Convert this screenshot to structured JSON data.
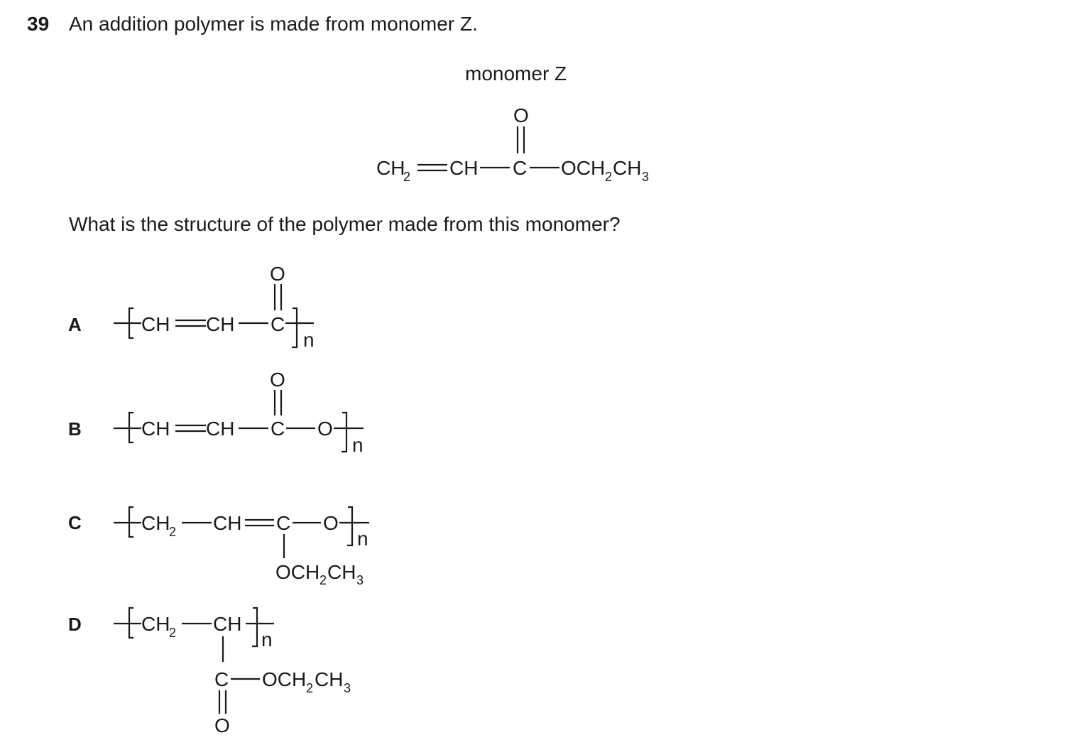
{
  "question": {
    "number": "39",
    "text": "An addition polymer is made from monomer Z.",
    "prompt": "What is the structure of the polymer made from this monomer?"
  },
  "monomer": {
    "label": "monomer Z",
    "oxygen": "O",
    "ch2": "CH",
    "ch2_sub": "2",
    "ch": "CH",
    "carbon": "C",
    "ester": "OCH",
    "ester_sub1": "2",
    "ester_ch3": "CH",
    "ester_sub2": "3"
  },
  "options": [
    {
      "letter": "A",
      "g1": "CH",
      "g2": "CH",
      "g3": "C",
      "o": "O",
      "n": "n"
    },
    {
      "letter": "B",
      "g1": "CH",
      "g2": "CH",
      "g3": "C",
      "g4": "O",
      "o": "O",
      "n": "n"
    },
    {
      "letter": "C",
      "g1": "CH",
      "g1_sub": "2",
      "g2": "CH",
      "g3": "C",
      "g4": "O",
      "n": "n",
      "side": "OCH",
      "side_sub1": "2",
      "side_ch3": "CH",
      "side_sub2": "3"
    },
    {
      "letter": "D",
      "g1": "CH",
      "g1_sub": "2",
      "g2": "CH",
      "n": "n",
      "carbon": "C",
      "side": "OCH",
      "side_sub1": "2",
      "side_ch3": "CH",
      "side_sub2": "3",
      "o": "O"
    }
  ]
}
